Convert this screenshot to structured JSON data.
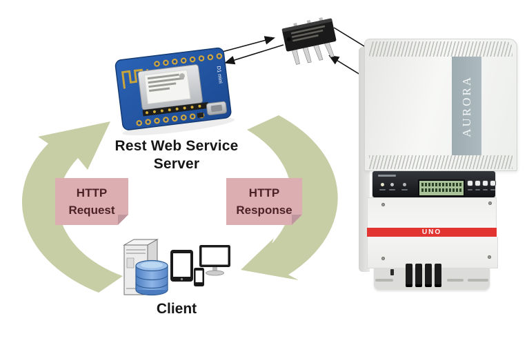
{
  "server_section": {
    "label_line1": "Rest Web Service",
    "label_line2": "Server",
    "board_silkscreen": "D1 mini"
  },
  "client_section": {
    "label": "Client"
  },
  "request_callout": {
    "line1": "HTTP",
    "line2": "Request"
  },
  "response_callout": {
    "line1": "HTTP",
    "line2": "Response"
  },
  "inverter": {
    "brand_vertical": "AURORA",
    "model_badge": "UNO"
  },
  "colors": {
    "arc_green": "#c7cea6",
    "callout_pink": "#dcaeb2",
    "callout_text": "#4b2226",
    "pcb_blue": "#2458a6",
    "inverter_red": "#e23531",
    "brand_stripe_gray": "#a6b4b9",
    "database_blue": "#6f9cd9",
    "arrow_black": "#141414"
  }
}
